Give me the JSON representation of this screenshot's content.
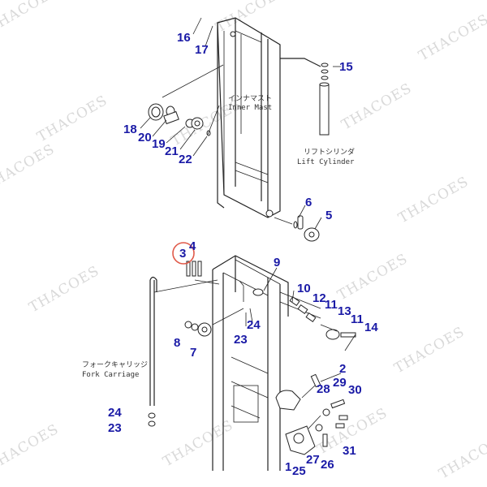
{
  "watermark": "THACOES",
  "colors": {
    "callout": "#1a1aa6",
    "highlight": "#e05a4a",
    "line": "#222222"
  },
  "labels": {
    "inner_mast_jp": "インナマスト",
    "inner_mast_en": "Inner Mast",
    "lift_cylinder_jp": "リフトシリンダ",
    "lift_cylinder_en": "Lift Cylinder",
    "fork_carriage_jp": "フォークキャリッジ",
    "fork_carriage_en": "Fork Carriage"
  },
  "callouts": {
    "c16": "16",
    "c17": "17",
    "c15": "15",
    "c18": "18",
    "c20": "20",
    "c19": "19",
    "c21": "21",
    "c22": "22",
    "c6": "6",
    "c5": "5",
    "c3": "3",
    "c4": "4",
    "c9": "9",
    "c10": "10",
    "c12": "12",
    "c11a": "11",
    "c13": "13",
    "c11b": "11",
    "c14": "14",
    "c24a": "24",
    "c23a": "23",
    "c8": "8",
    "c7": "7",
    "c2": "2",
    "c29": "29",
    "c30": "30",
    "c28": "28",
    "c24b": "24",
    "c23b": "23",
    "c31": "31",
    "c27": "27",
    "c26": "26",
    "c1": "1",
    "c25": "25"
  }
}
